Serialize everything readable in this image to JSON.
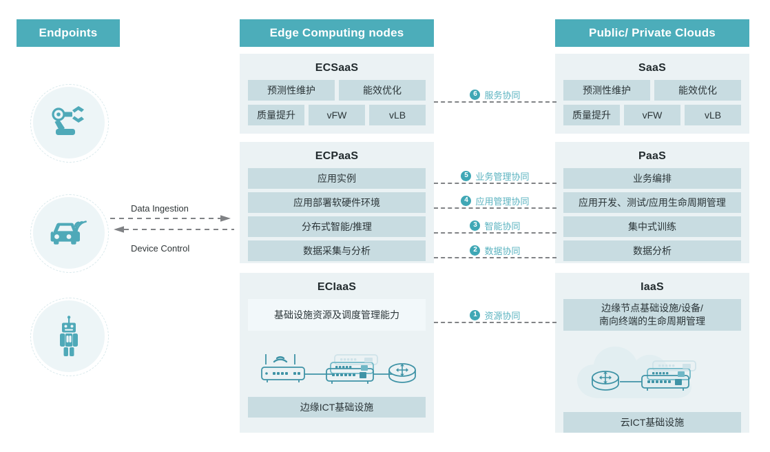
{
  "columns": {
    "endpoints": {
      "title": "Endpoints"
    },
    "edge": {
      "title": "Edge Computing nodes"
    },
    "cloud": {
      "title": "Public/ Private Clouds"
    }
  },
  "endpoints": {
    "items": [
      {
        "icon": "robot-arm-icon",
        "name": "robot-arm"
      },
      {
        "icon": "connected-car-icon",
        "name": "connected-car"
      },
      {
        "icon": "humanoid-robot-icon",
        "name": "humanoid-robot"
      }
    ],
    "flows": [
      {
        "label": "Data Ingestion",
        "direction": "right"
      },
      {
        "label": "Device Control",
        "direction": "left"
      }
    ]
  },
  "edge": {
    "saas": {
      "title": "ECSaaS",
      "row1": [
        "预测性维护",
        "能效优化"
      ],
      "row2": [
        "质量提升",
        "vFW",
        "vLB"
      ]
    },
    "paas": {
      "title": "ECPaaS",
      "bars": [
        "应用实例",
        "应用部署软硬件环境",
        "分布式智能/推理",
        "数据采集与分析"
      ]
    },
    "iaas": {
      "title": "ECIaaS",
      "capability": "基础设施资源及调度管理能力",
      "art": "edge-network-devices-icon",
      "footer": "边缘ICT基础设施"
    }
  },
  "cloud": {
    "saas": {
      "title": "SaaS",
      "row1": [
        "预测性维护",
        "能效优化"
      ],
      "row2": [
        "质量提升",
        "vFW",
        "vLB"
      ]
    },
    "paas": {
      "title": "PaaS",
      "bars": [
        "业务编排",
        "应用开发、测试/应用生命周期管理",
        "集中式训练",
        "数据分析"
      ]
    },
    "iaas": {
      "title": "IaaS",
      "capability_line1": "边缘节点基础设施/设备/",
      "capability_line2": "南向终端的生命周期管理",
      "art": "cloud-network-devices-icon",
      "footer": "云ICT基础设施"
    }
  },
  "connectors": [
    {
      "num": "6",
      "label": "服务协同"
    },
    {
      "num": "5",
      "label": "业务管理协同"
    },
    {
      "num": "4",
      "label": "应用管理协同"
    },
    {
      "num": "3",
      "label": "智能协同"
    },
    {
      "num": "2",
      "label": "数据协同"
    },
    {
      "num": "1",
      "label": "资源协同"
    }
  ],
  "colors": {
    "header_teal": "#4cadba",
    "panel_bg": "#ebf2f4",
    "chip_bg": "#c8dce1",
    "chip_light": "#f2f8fa",
    "icon_teal": "#4fa9b8",
    "dash_grey": "#808285",
    "label_teal": "#5bb3c0"
  }
}
